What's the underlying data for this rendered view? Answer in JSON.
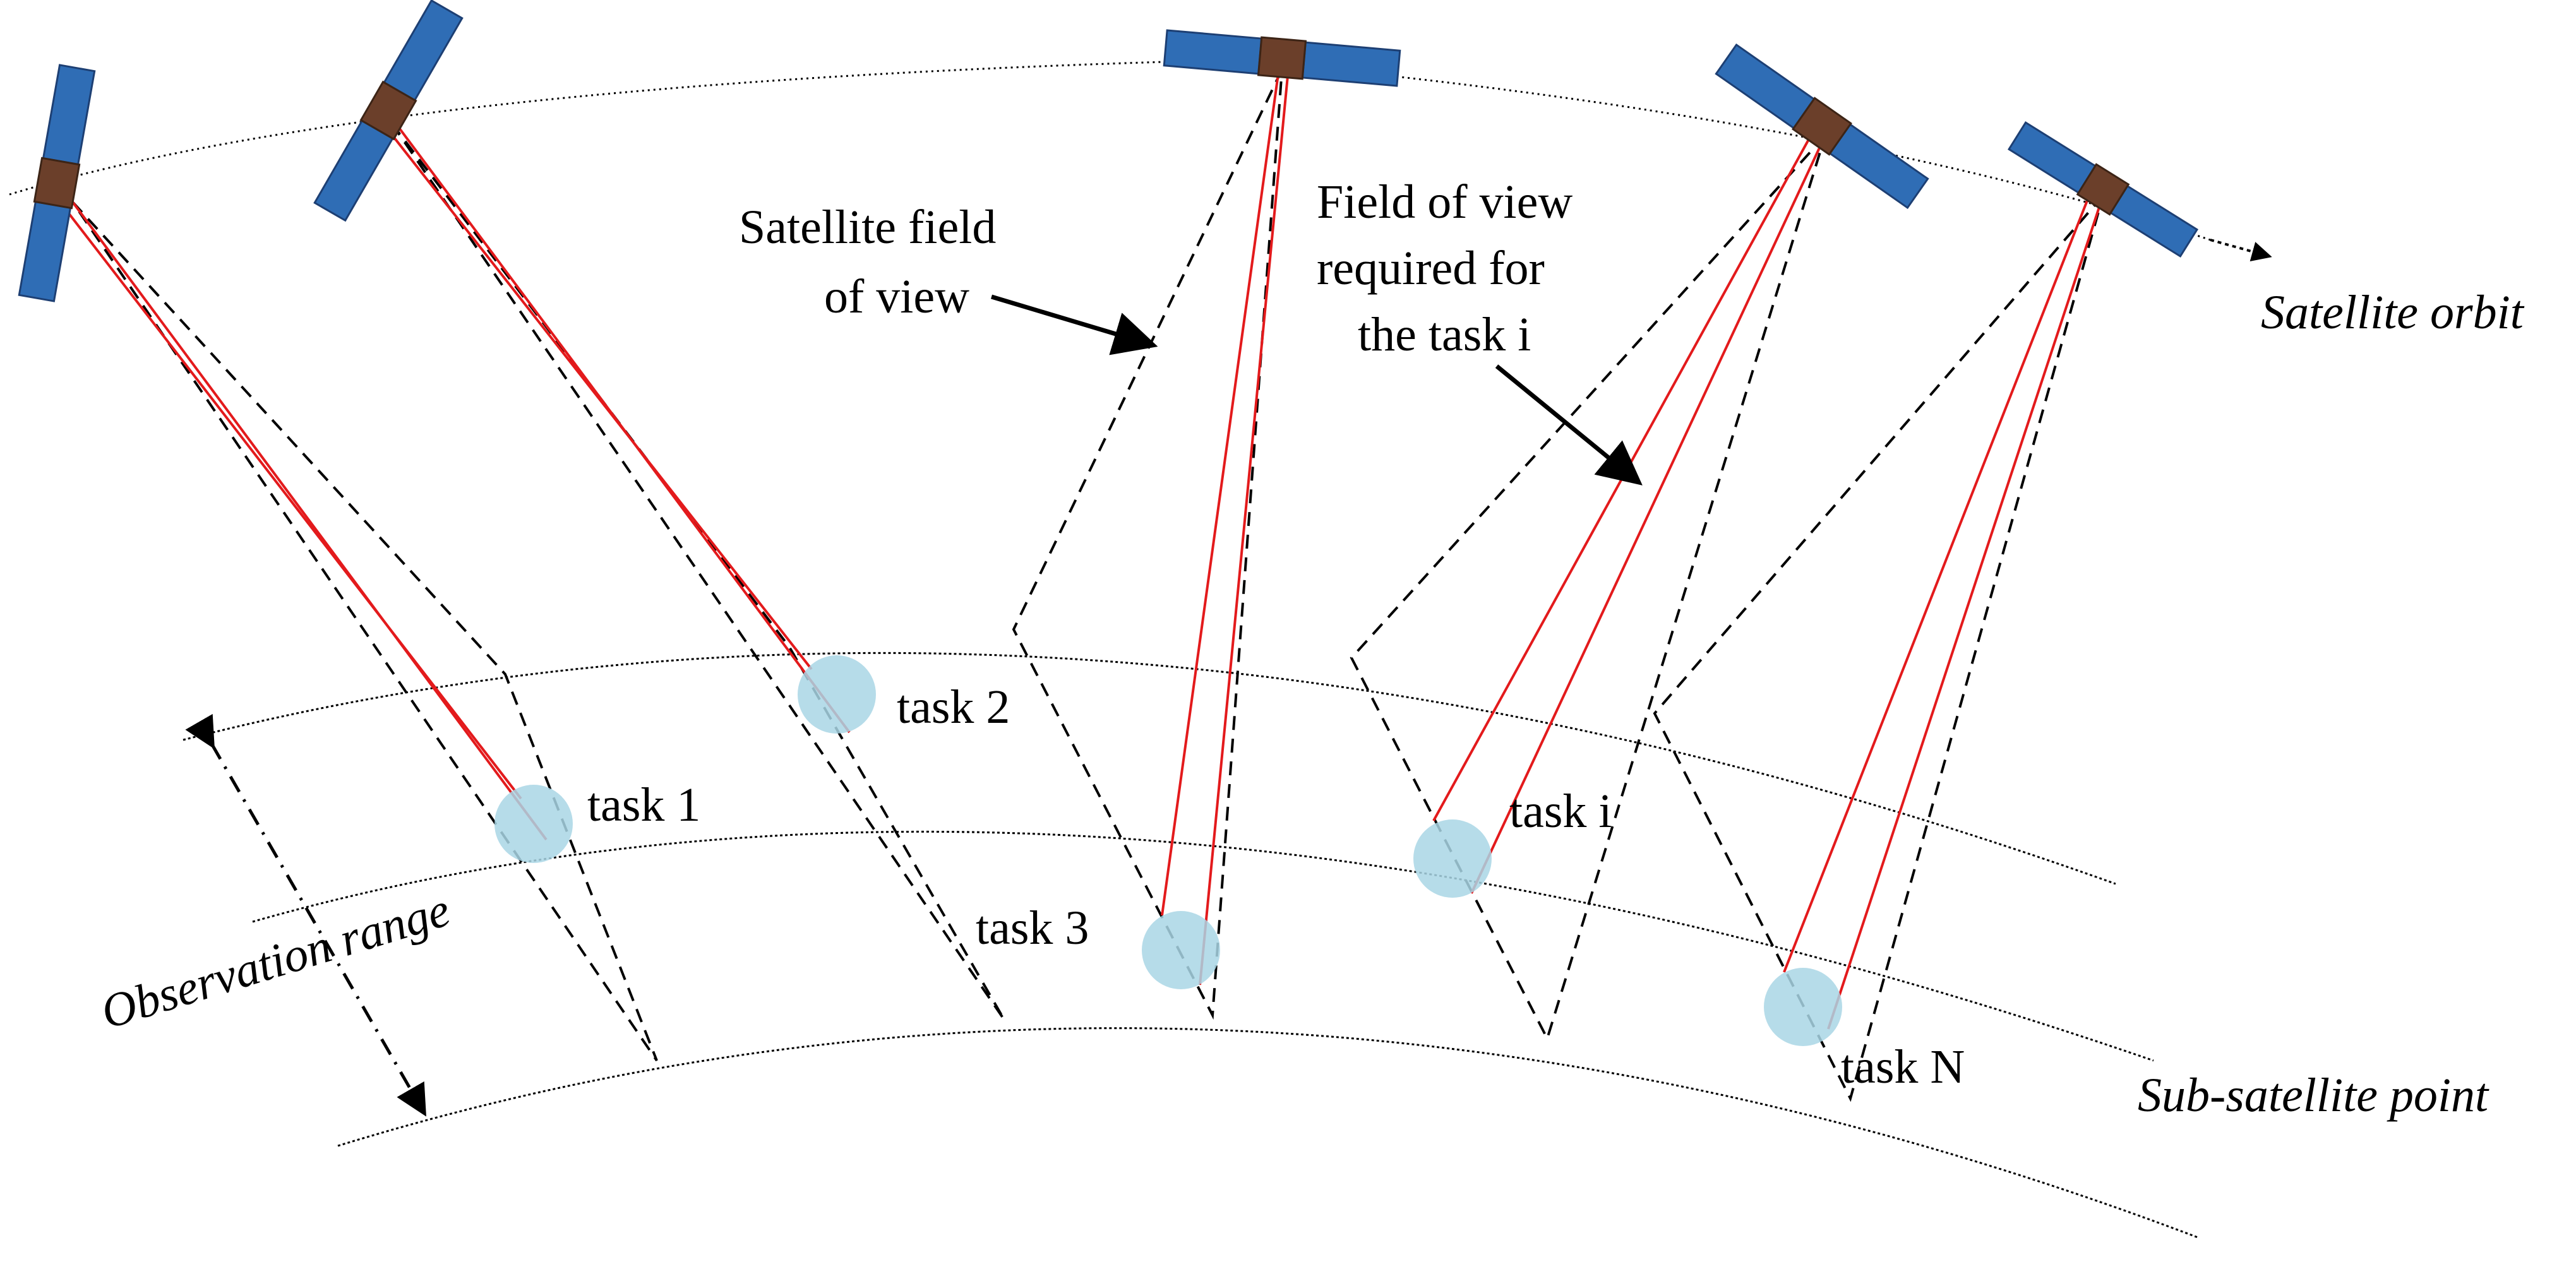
{
  "labels": {
    "satellite_fov": [
      "Satellite field",
      "of view"
    ],
    "required_fov": [
      "Field of view",
      "required for",
      "the task i"
    ],
    "satellite_orbit": "Satellite orbit",
    "sub_satellite_point": "Sub-satellite point",
    "observation_range": "Observation range"
  },
  "tasks": [
    "task 1",
    "task 2",
    "task 3",
    "task i",
    "task N"
  ],
  "colors": {
    "task_circle": "#a9d6e5",
    "required_fov_line": "#e31a1c",
    "satellite_panel": "#2f6db5",
    "satellite_body": "#6b3f2a",
    "line": "#000000"
  }
}
